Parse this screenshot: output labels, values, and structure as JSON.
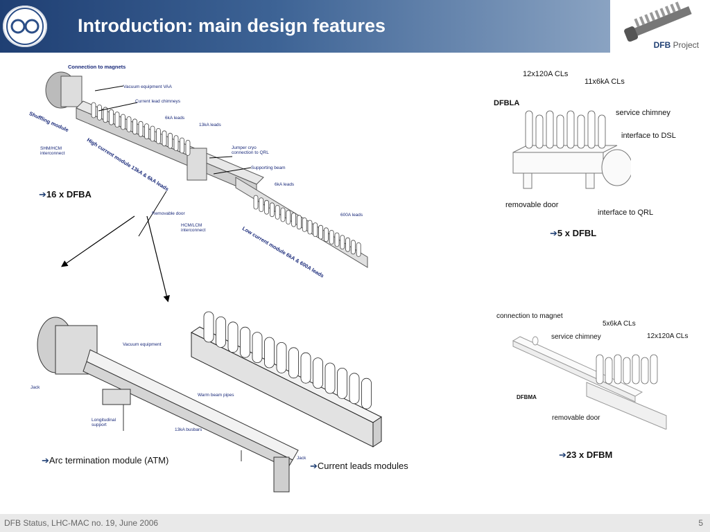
{
  "header": {
    "title": "Introduction: main design features",
    "project_strong": "DFB",
    "project_text": " Project"
  },
  "dfba": {
    "labels": {
      "connection": "Connection to magnets",
      "vacuum": "Vacuum equipment VAA",
      "chimneys": "Current lead chimneys",
      "sixka_1": "6kA leads",
      "thirteenka": "13kA leads",
      "shuffling": "Shuffling module",
      "shm": "SHM/HCM interconnect",
      "high_current": "High current module 13kA & 6kA leads",
      "jumper": "Jumper cryo connection to QRL",
      "supporting": "Supporting beam",
      "sixka_2": "6kA leads",
      "removable": "Removable door",
      "hcm": "HCM/LCM interconnect",
      "sixhundred": "600A leads",
      "low_current": "Low current module 6kA & 600A leads"
    },
    "caption": "16 x DFBA"
  },
  "dfbl": {
    "labels": {
      "cl120": "12x120A CLs",
      "cl6ka": "11x6kA CLs",
      "name": "DFBLA",
      "chimney": "service chimney",
      "dsl": "interface to DSL",
      "door": "removable door",
      "qrl": "interface to QRL"
    },
    "caption": "5 x DFBL"
  },
  "atm": {
    "labels": {
      "vacuum": "Vacuum equipment",
      "jack1": "Jack",
      "warm": "Warm beam pipes",
      "long": "Longitudinal support",
      "busbar": "13kA busbars",
      "jack2": "Jack"
    },
    "caption": "Arc termination module (ATM)"
  },
  "clm": {
    "caption": "Current leads modules"
  },
  "dfbm": {
    "labels": {
      "magnet": "connection to magnet",
      "cl6ka": "5x6kA CLs",
      "chimney": "service chimney",
      "cl120": "12x120A CLs",
      "name": "DFBMA",
      "door": "removable door"
    },
    "caption": "23 x DFBM"
  },
  "arrow_glyph": "➔",
  "footer": {
    "left": "DFB Status, LHC-MAC no. 19, June 2006",
    "page": "5"
  }
}
